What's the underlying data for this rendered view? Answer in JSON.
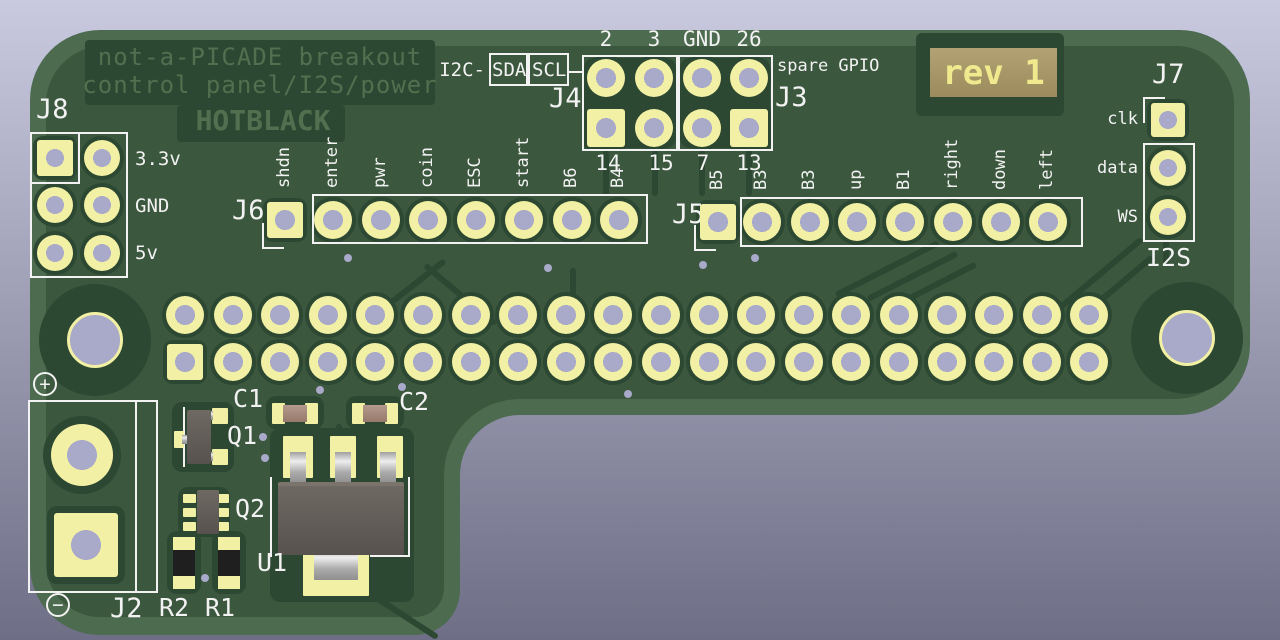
{
  "board": {
    "silk_title_line1": "not-a-PICADE breakout",
    "silk_title_line2": "control panel/I2S/power",
    "silk_brand": "HOTBLACK",
    "rev_label": "rev 1"
  },
  "headers": {
    "j8": {
      "ref": "J8",
      "pin_labels": [
        "3.3v",
        "GND",
        "5v"
      ]
    },
    "i2c": {
      "label": "I2C-",
      "sda": "SDA",
      "scl": "SCL"
    },
    "j4": {
      "ref": "J4",
      "top_pins": [
        "2",
        "3"
      ],
      "bottom_pins": [
        "14",
        "15"
      ]
    },
    "j3": {
      "ref": "J3",
      "top_pins": [
        "GND",
        "26"
      ],
      "bottom_pins": [
        "7",
        "13"
      ],
      "note": "spare GPIO"
    },
    "j6": {
      "ref": "J6",
      "square_pin_label": "shdn",
      "pin_labels": [
        "enter",
        "pwr",
        "coin",
        "ESC",
        "start",
        "B6",
        "B4"
      ]
    },
    "j5": {
      "ref": "J5",
      "square_pin_label": "B5",
      "pin_labels": [
        "B3",
        "B3",
        "up",
        "B1",
        "right",
        "down",
        "left"
      ]
    },
    "j7": {
      "ref": "J7",
      "pin_labels": [
        "clk",
        "data",
        "WS"
      ],
      "bus_label": "I2S"
    },
    "j2": {
      "ref": "J2",
      "plus": "+",
      "minus": "−"
    }
  },
  "components": {
    "c1": "C1",
    "c2": "C2",
    "q1": "Q1",
    "q2": "Q2",
    "u1": "U1",
    "r1": "R1",
    "r2": "R2"
  },
  "colors": {
    "board_edge": "#4d6b4f",
    "copper_pour": "#3b573e",
    "dark_copper": "#2d4832",
    "pad": "#f2f0a4",
    "hole": "#a9a9c9",
    "silk": "#f2f2f2",
    "rev_plate": "#a6956a",
    "rev_text": "#f0e98e",
    "faint_silk": "#51704f",
    "bg_top": "#c9c9e0",
    "bg_bottom": "#6e6e86"
  }
}
